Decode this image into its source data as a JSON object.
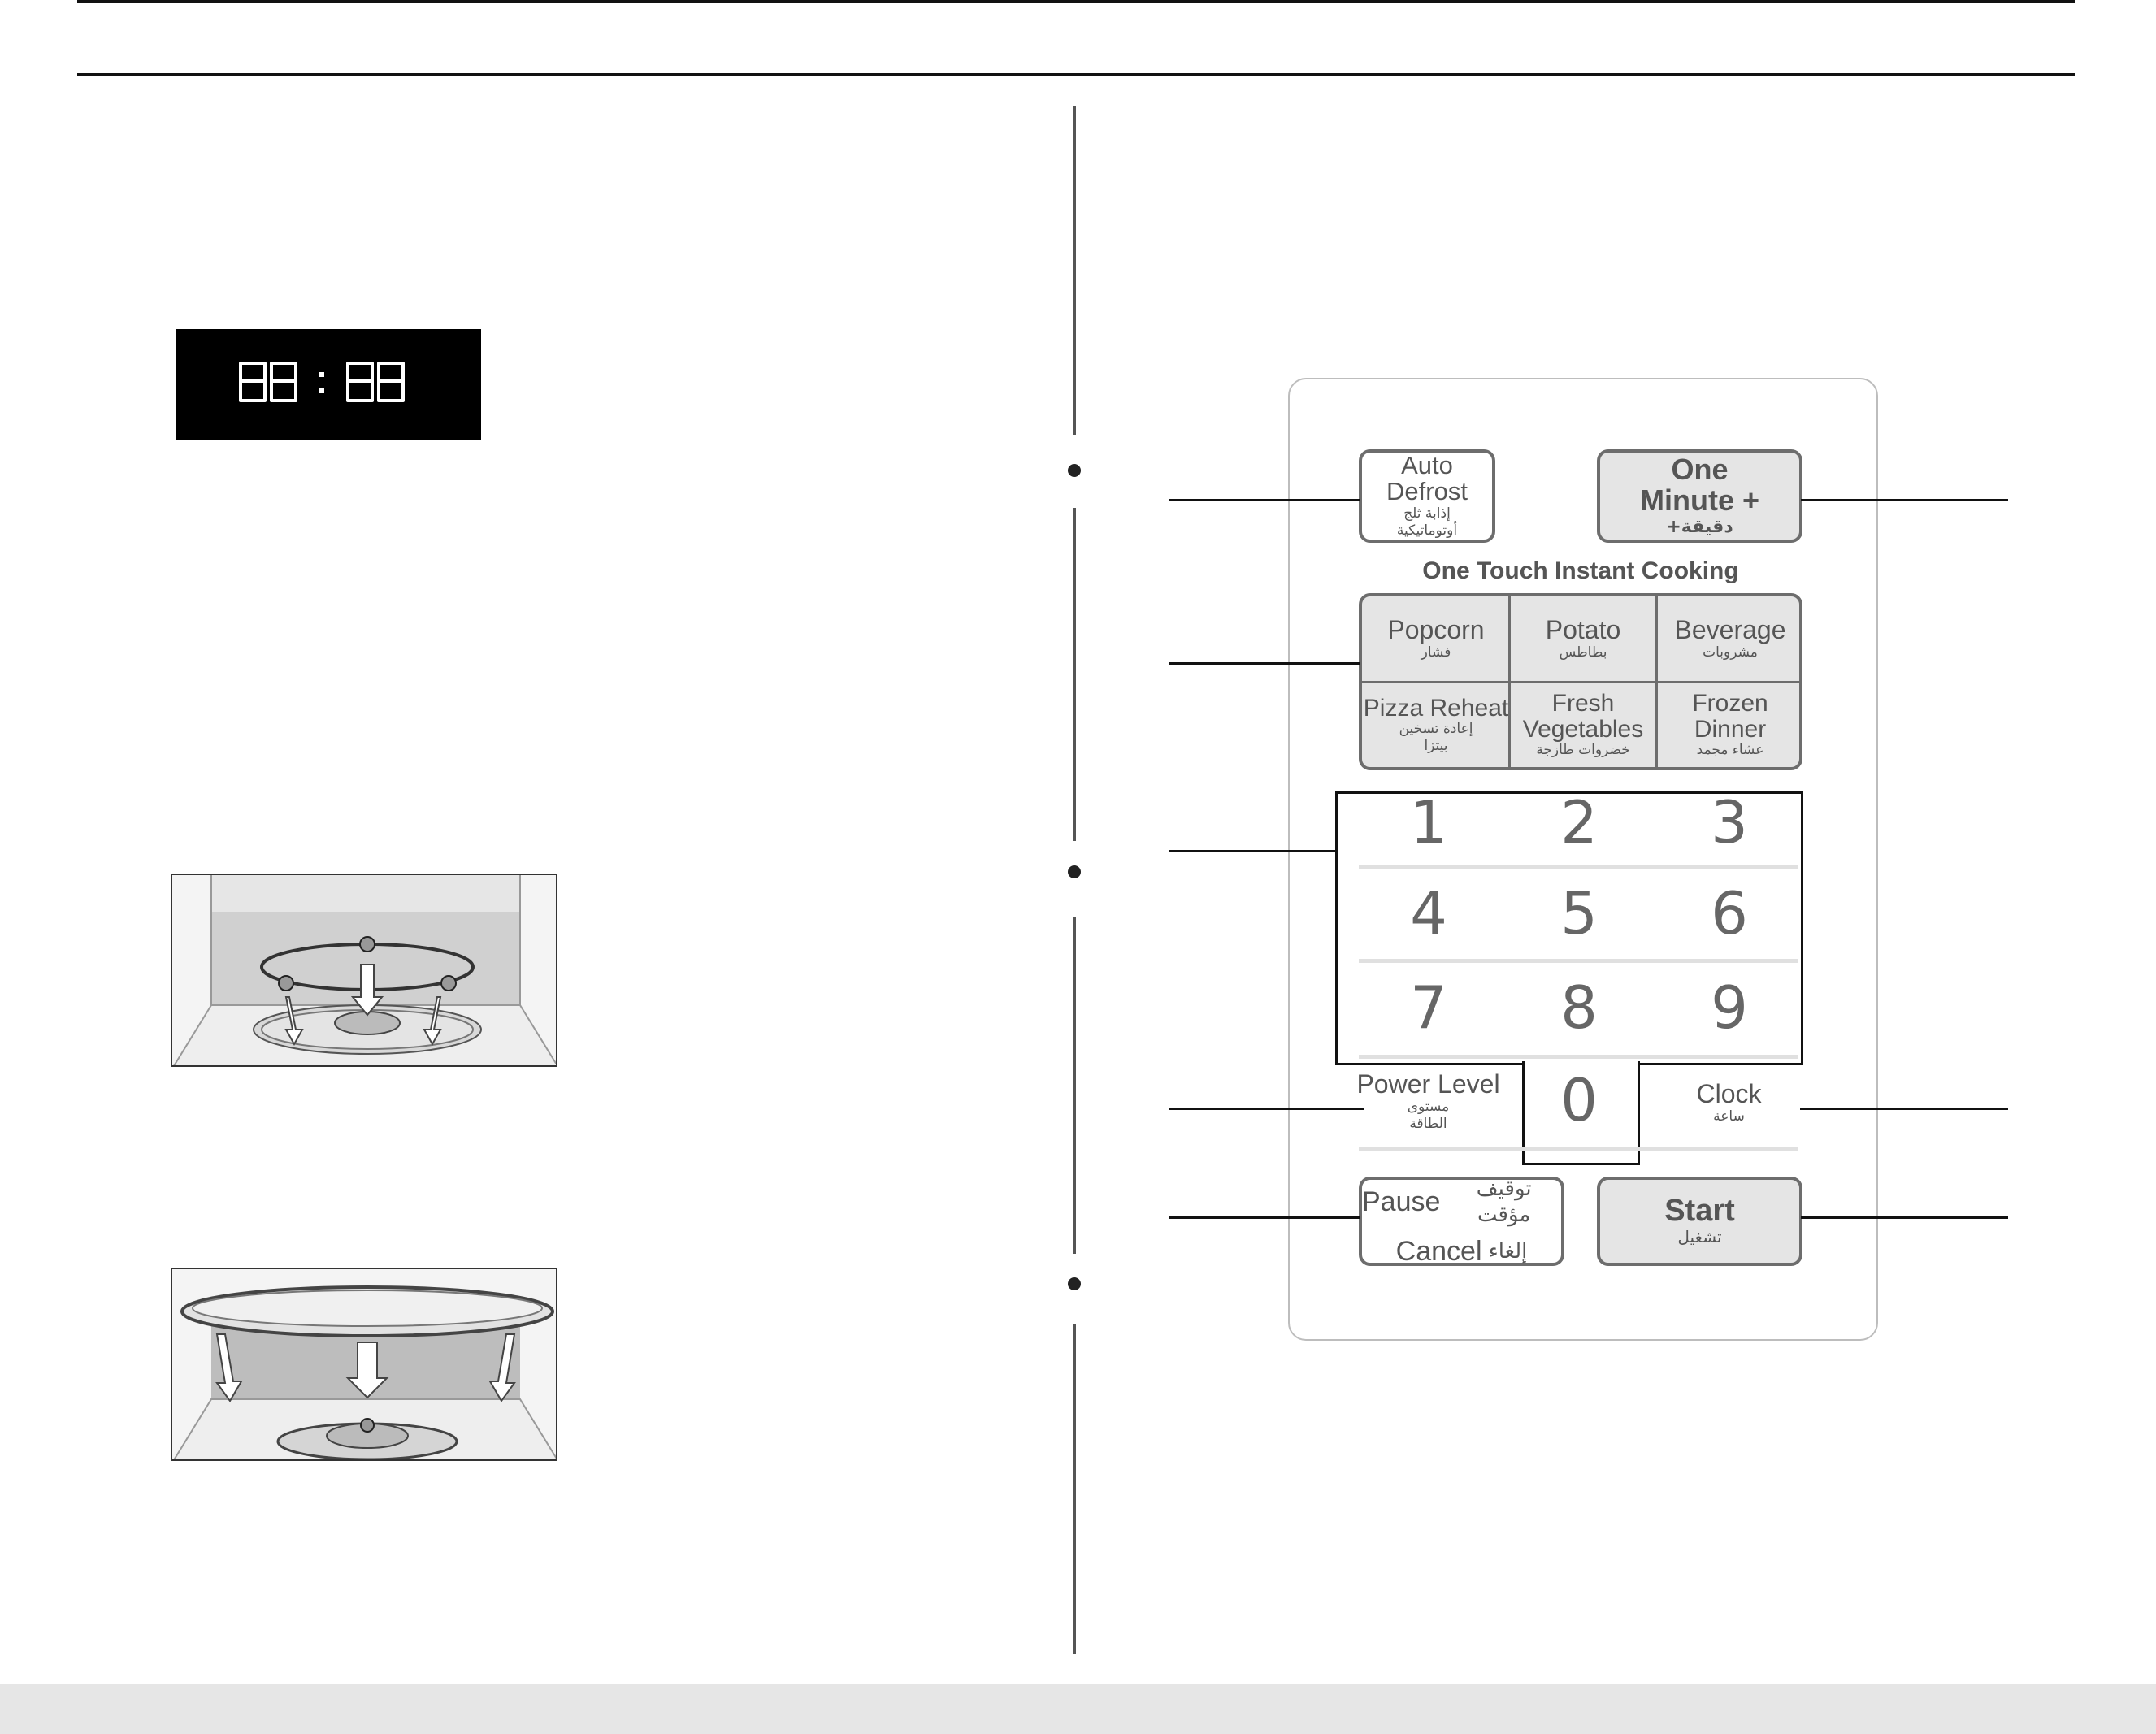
{
  "display": {
    "readout": "88:88"
  },
  "panel": {
    "auto_defrost": {
      "label_line1": "Auto",
      "label_line2": "Defrost",
      "arabic_line1": "إذابة ثلج",
      "arabic_line2": "أوتوماتيكية"
    },
    "one_minute": {
      "label_line1": "One",
      "label_line2": "Minute +",
      "arabic": "دقيقة+"
    },
    "one_touch_title": "One Touch Instant Cooking",
    "one_touch": [
      {
        "label": "Popcorn",
        "arabic": "فشار"
      },
      {
        "label": "Potato",
        "arabic": "بطاطس"
      },
      {
        "label": "Beverage",
        "arabic": "مشروبات"
      },
      {
        "label": "Pizza Reheat",
        "arabic": "إعادة تسخين بيتزا"
      },
      {
        "label": "Fresh Vegetables",
        "arabic": "خضروات طازجة"
      },
      {
        "label": "Frozen Dinner",
        "arabic": "عشاء مجمد"
      }
    ],
    "keypad": [
      "1",
      "2",
      "3",
      "4",
      "5",
      "6",
      "7",
      "8",
      "9",
      "0"
    ],
    "power_level": {
      "label": "Power Level",
      "arabic_line1": "مستوى",
      "arabic_line2": "الطاقة"
    },
    "clock": {
      "label": "Clock",
      "arabic": "ساعة"
    },
    "pause_cancel": {
      "pause": "Pause",
      "pause_arabic": "توقيف مؤقت",
      "cancel": "Cancel",
      "cancel_arabic": "إلغاء"
    },
    "start": {
      "label": "Start",
      "arabic": "تشغيل"
    }
  }
}
